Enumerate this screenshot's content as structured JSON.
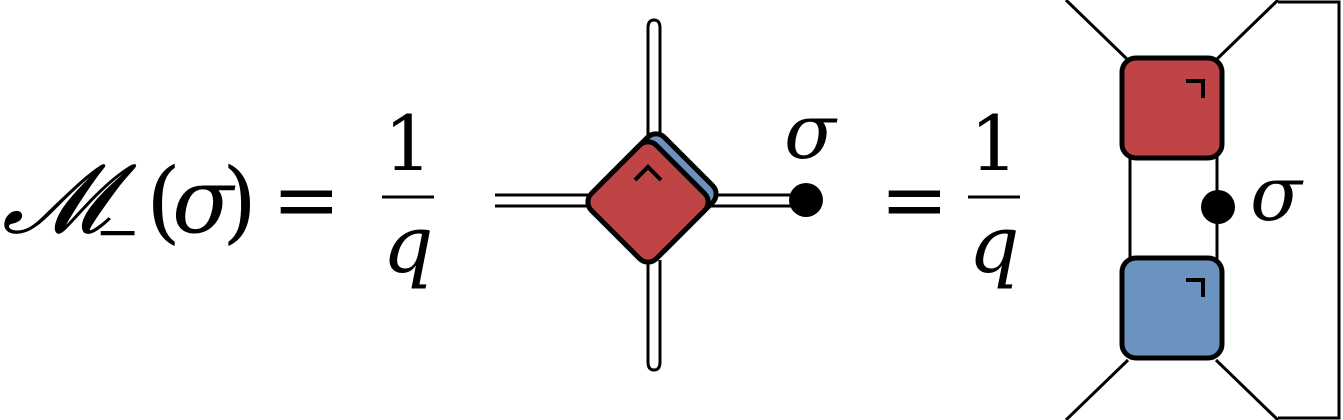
{
  "equation": {
    "lhs": {
      "symbol": "𝓜",
      "subscript": "−",
      "open_paren": "(",
      "argument": "σ",
      "close_paren": ")"
    },
    "equals_1": "=",
    "equals_2": "=",
    "fraction_1": {
      "numerator": "1",
      "denominator": "q"
    },
    "fraction_2": {
      "numerator": "1",
      "denominator": "q"
    },
    "diamond_label": "σ",
    "ladder_label": "σ"
  },
  "colors": {
    "red_tensor": "#BE4445",
    "blue_tensor": "#6B93C0",
    "line": "#000000",
    "background": "#FFFFFF"
  }
}
